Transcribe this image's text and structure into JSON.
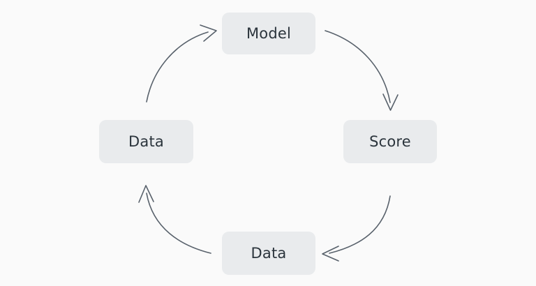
{
  "diagram": {
    "type": "cycle",
    "background_color": "#fafafa",
    "node_fill_color": "#e9ebed",
    "node_text_color": "#2b343c",
    "arrow_color": "#58616b",
    "nodes": [
      {
        "id": "model",
        "label": "Model",
        "position": "top"
      },
      {
        "id": "score",
        "label": "Score",
        "position": "right"
      },
      {
        "id": "data-bottom",
        "label": "Data",
        "position": "bottom"
      },
      {
        "id": "data-left",
        "label": "Data",
        "position": "left"
      }
    ],
    "arrows": [
      {
        "id": "model-to-score",
        "from": "model",
        "to": "score",
        "direction": "clockwise"
      },
      {
        "id": "score-to-data-bottom",
        "from": "score",
        "to": "data-bottom",
        "direction": "clockwise"
      },
      {
        "id": "data-bottom-to-data-left",
        "from": "data-bottom",
        "to": "data-left",
        "direction": "clockwise"
      },
      {
        "id": "data-left-to-model",
        "from": "data-left",
        "to": "model",
        "direction": "clockwise"
      }
    ]
  }
}
